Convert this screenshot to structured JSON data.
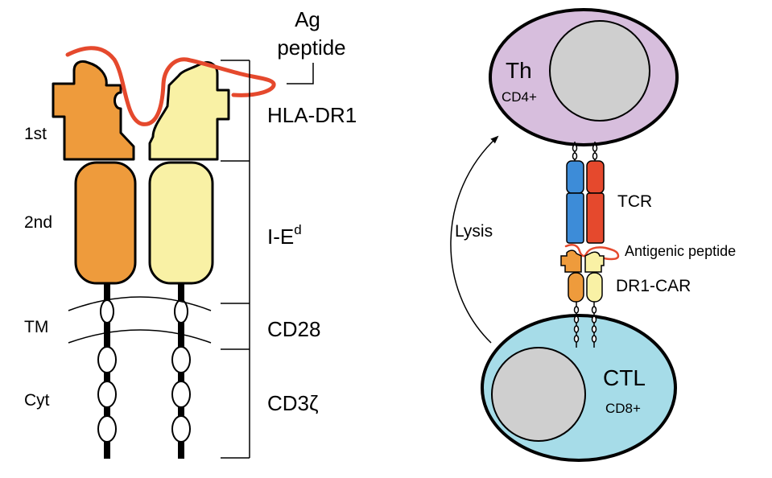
{
  "left_panel": {
    "peptide_label_line1": "Ag",
    "peptide_label_line2": "peptide",
    "domain_labels": {
      "first": "1st",
      "second": "2nd",
      "tm": "TM",
      "cyt": "Cyt"
    },
    "segment_labels": {
      "hla": "HLA-DR1",
      "ied_main": "I-E",
      "ied_sup": "d",
      "cd28": "CD28",
      "cd3z": "CD3ζ"
    }
  },
  "right_panel": {
    "th_label": "Th",
    "th_marker": "CD4+",
    "ctl_label": "CTL",
    "ctl_marker": "CD8+",
    "tcr_label": "TCR",
    "peptide_label": "Antigenic peptide",
    "car_label": "DR1-CAR",
    "lysis_label": "Lysis"
  },
  "colors": {
    "alpha_orange": "#EE9B3C",
    "beta_yellow": "#F9F1A5",
    "peptide_red": "#E5492D",
    "tcr_blue": "#3D8CD8",
    "tcr_red": "#E5492D",
    "th_purple": "#D7BEDD",
    "ctl_cyan": "#A6DCE8",
    "nucleus_gray": "#CFCFCF"
  }
}
